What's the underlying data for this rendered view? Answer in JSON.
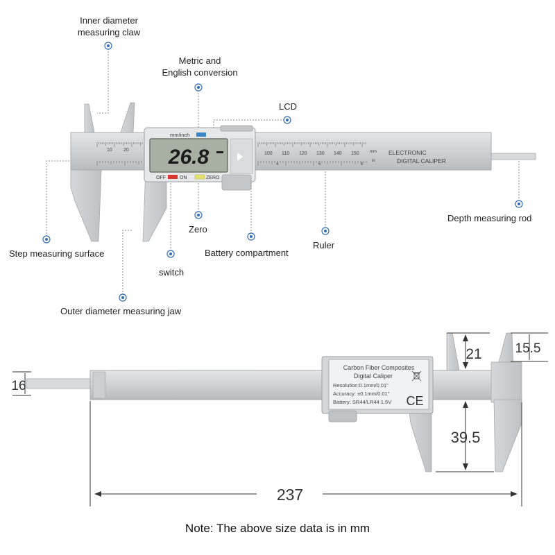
{
  "callouts": {
    "inner_jaw": [
      "Inner diameter",
      "measuring claw"
    ],
    "conversion": [
      "Metric and",
      "English conversion"
    ],
    "lcd": "LCD",
    "depth_rod": "Depth measuring rod",
    "step": "Step measuring surface",
    "switch": "switch",
    "zero": "Zero",
    "battery": "Battery compartment",
    "ruler": "Ruler",
    "outer_jaw": "Outer diameter measuring jaw"
  },
  "device": {
    "display_value": "26.8",
    "mode_label": "mm/inch",
    "off_label": "OFF",
    "on_label": "ON",
    "zero_label": "ZERO",
    "beam_label_line1": "ELECTRONIC",
    "beam_label_line2": "DIGITAL CALIPER",
    "unit_mm": "mm",
    "unit_in": "in",
    "scale_mm": [
      "10",
      "20",
      "100",
      "110",
      "120",
      "130",
      "140",
      "150"
    ],
    "scale_in": [
      "4",
      "5",
      "6"
    ]
  },
  "back_label": {
    "line1": "Carbon Fiber Composites",
    "line2": "Digital Caliper",
    "resolution": "Resolution:0.1mm/0.01\"",
    "accuracy": "Accuracy: ±0.1mm/0.01\"",
    "battery": "Battery: SR44/LR44 1.5V",
    "ce_mark": "CE"
  },
  "dimensions": {
    "length": "237",
    "rod_width": "16",
    "inner_claw": "21",
    "claw_tip": "15.5",
    "outer_jaw": "39.5"
  },
  "note": "Note: The above size data is in mm",
  "colors": {
    "dot": "#2f6db3",
    "body": "#cfd1d3",
    "body_dark": "#a9acaf",
    "lcd_bg": "#a8b0a4",
    "off_red": "#d9342b",
    "zero_yellow": "#e3e26e",
    "mode_blue": "#3a86c8"
  }
}
